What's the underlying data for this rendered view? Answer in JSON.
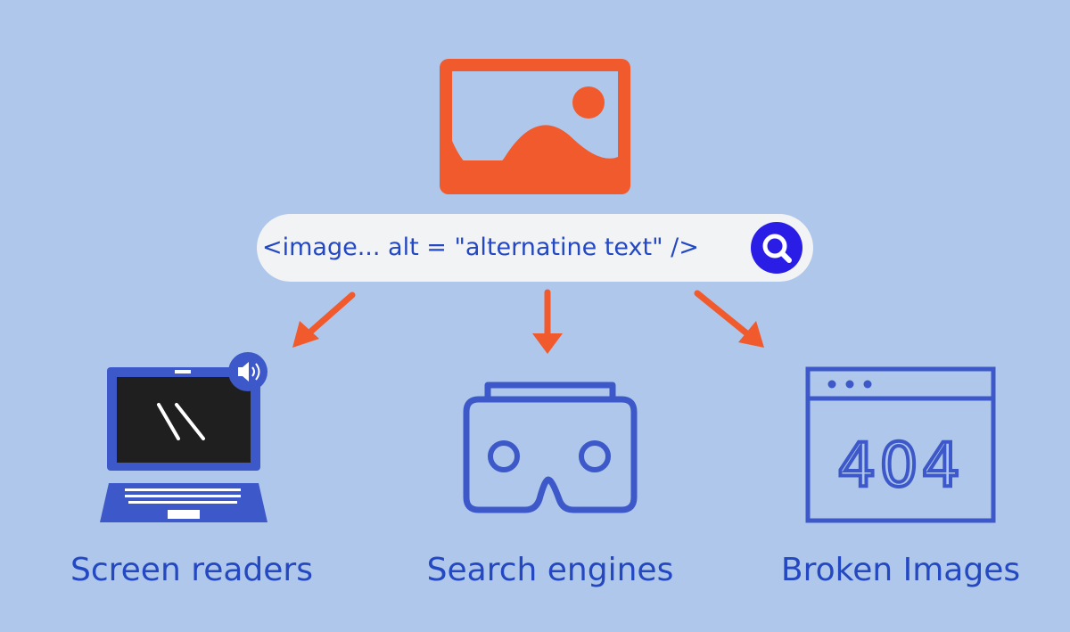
{
  "code_snippet": "<image... alt = \"alternatine text\" />",
  "browser_error_code": "404",
  "captions": {
    "screen_readers": "Screen readers",
    "search_engines": "Search engines",
    "broken_images": "Broken Images"
  },
  "icons": {
    "image": "image-icon",
    "search": "search-icon",
    "laptop": "laptop-icon",
    "speaker": "speaker-icon",
    "vr_headset": "vr-headset-icon",
    "browser": "browser-window-icon"
  },
  "colors": {
    "background": "#afc7ea",
    "orange": "#f05a2c",
    "blue": "#3d58c9",
    "text_blue": "#2348c2",
    "search_purple": "#2a1ee6",
    "pill": "#f2f3f5"
  }
}
